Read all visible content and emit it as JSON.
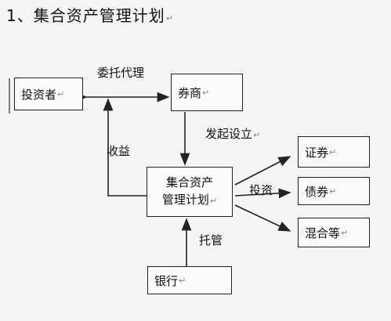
{
  "title": "1、集合资产管理计划",
  "nodes": {
    "investor": "投资者",
    "broker": "券商",
    "plan_line1": "集合资产",
    "plan_line2": "管理计划",
    "bank": "银行",
    "securities": "证券",
    "bonds": "债券",
    "mixed": "混合等"
  },
  "edge_labels": {
    "entrust": "委托代理",
    "income": "收益",
    "establish": "发起设立",
    "invest": "投资",
    "custody": "托管"
  },
  "paragraph_mark": "↵"
}
